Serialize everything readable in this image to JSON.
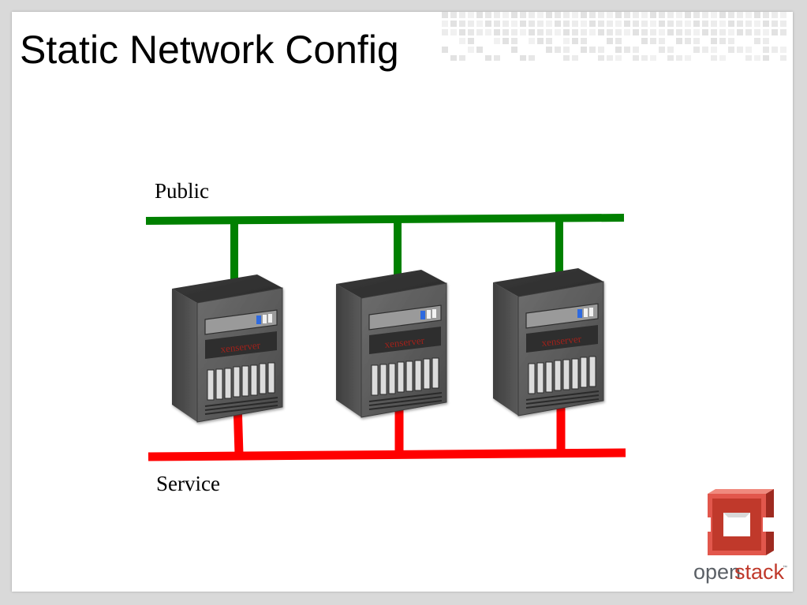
{
  "slide": {
    "title": "Static Network Config"
  },
  "diagram": {
    "public_network": {
      "label": "Public",
      "color": "#008000"
    },
    "service_network": {
      "label": "Service",
      "color": "#ff0000"
    },
    "servers": [
      {
        "label": "xenserver"
      },
      {
        "label": "xenserver"
      },
      {
        "label": "xenserver"
      }
    ]
  },
  "logo": {
    "word_open": "open",
    "word_stack": "stack",
    "trademark": "™",
    "brand_red": "#c0392b",
    "brand_gray": "#5b6066"
  }
}
